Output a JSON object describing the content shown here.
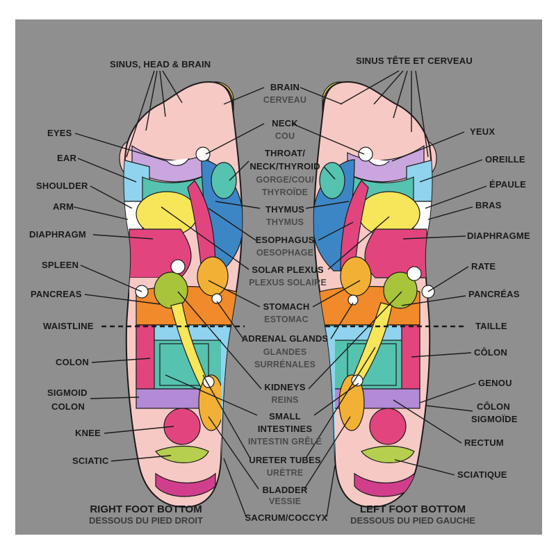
{
  "colors": {
    "background": "#8f8f8f",
    "border": "#ffffff",
    "skin": "#f6c9c4",
    "yellow": "#f7e55a",
    "pink": "#e2457e",
    "magenta": "#d13f8c",
    "teal": "#56c2b0",
    "blue": "#3d86c6",
    "lightblue": "#8fd3ee",
    "purple": "#b28ad6",
    "lavender": "#c9a6de",
    "orange": "#f08a2a",
    "amber": "#f2b135",
    "green": "#a8c43a",
    "lime": "#b6cf4e",
    "white": "#ffffff",
    "red": "#e0344e"
  },
  "diagram": {
    "right_foot": {
      "title": "RIGHT FOOT BOTTOM",
      "subtitle": "DESSOUS DU PIED DROIT"
    },
    "left_foot": {
      "title": "LEFT FOOT BOTTOM",
      "subtitle": "DESSOUS DU PIED GAUCHE"
    },
    "labels_left": [
      {
        "id": "sinus-head-brain",
        "text": "SINUS, HEAD & BRAIN"
      },
      {
        "id": "eyes",
        "text": "EYES"
      },
      {
        "id": "ear",
        "text": "EAR"
      },
      {
        "id": "shoulder",
        "text": "SHOULDER"
      },
      {
        "id": "arm",
        "text": "ARM"
      },
      {
        "id": "diaphragm",
        "text": "DIAPHRAGM"
      },
      {
        "id": "spleen",
        "text": "SPLEEN"
      },
      {
        "id": "pancreas",
        "text": "PANCREAS"
      },
      {
        "id": "waistline",
        "text": "WAISTLINE"
      },
      {
        "id": "colon",
        "text": "COLON"
      },
      {
        "id": "sigmoid-colon-1",
        "text": "SIGMOID"
      },
      {
        "id": "sigmoid-colon-2",
        "text": "COLON"
      },
      {
        "id": "knee",
        "text": "KNEE"
      },
      {
        "id": "sciatic",
        "text": "SCIATIC"
      }
    ],
    "labels_center": [
      {
        "id": "brain",
        "en": "BRAIN",
        "fr": "CERVEAU"
      },
      {
        "id": "neck",
        "en": "NECK",
        "fr": "COU"
      },
      {
        "id": "throat",
        "en": "THROAT/",
        "en2": "NECK/THYROID",
        "fr": "GORGE/COU/",
        "fr2": "THYROÏDE"
      },
      {
        "id": "thymus",
        "en": "THYMUS",
        "fr": "THYMUS"
      },
      {
        "id": "esophagus",
        "en": "ESOPHAGUS",
        "fr": "OESOPHAGE"
      },
      {
        "id": "solar-plexus",
        "en": "SOLAR PLEXUS",
        "fr": "PLEXUS SOLAIRE"
      },
      {
        "id": "stomach",
        "en": "STOMACH",
        "fr": "ESTOMAC"
      },
      {
        "id": "adrenal",
        "en": "ADRENAL GLANDS",
        "fr": "GLANDES",
        "fr2": "SURRÉNALES"
      },
      {
        "id": "kidneys",
        "en": "KIDNEYS",
        "fr": "REINS"
      },
      {
        "id": "small-intestines",
        "en": "SMALL",
        "en2": "INTESTINES",
        "fr": "INTESTIN GRÊLE"
      },
      {
        "id": "ureter",
        "en": "URETER TUBES",
        "fr": "URÈTRE"
      },
      {
        "id": "bladder",
        "en": "BLADDER",
        "fr": "VESSIE"
      },
      {
        "id": "sacrum",
        "en": "SACRUM/COCCYX"
      }
    ],
    "labels_right": [
      {
        "id": "sinus-tete",
        "text": "SINUS TÊTE ET CERVEAU"
      },
      {
        "id": "yeux",
        "text": "YEUX"
      },
      {
        "id": "oreille",
        "text": "OREILLE"
      },
      {
        "id": "epaule",
        "text": "ÉPAULE"
      },
      {
        "id": "bras",
        "text": "BRAS"
      },
      {
        "id": "diaphragme",
        "text": "DIAPHRAGME"
      },
      {
        "id": "rate",
        "text": "RATE"
      },
      {
        "id": "pancreas-fr",
        "text": "PANCRÉAS"
      },
      {
        "id": "taille",
        "text": "TAILLE"
      },
      {
        "id": "colon-fr",
        "text": "CÔLON"
      },
      {
        "id": "genou",
        "text": "GENOU"
      },
      {
        "id": "colon-sigmoide-1",
        "text": "CÔLON"
      },
      {
        "id": "colon-sigmoide-2",
        "text": "SIGMOÏDE"
      },
      {
        "id": "rectum",
        "text": "RECTUM"
      },
      {
        "id": "sciatique",
        "text": "SCIATIQUE"
      }
    ]
  }
}
